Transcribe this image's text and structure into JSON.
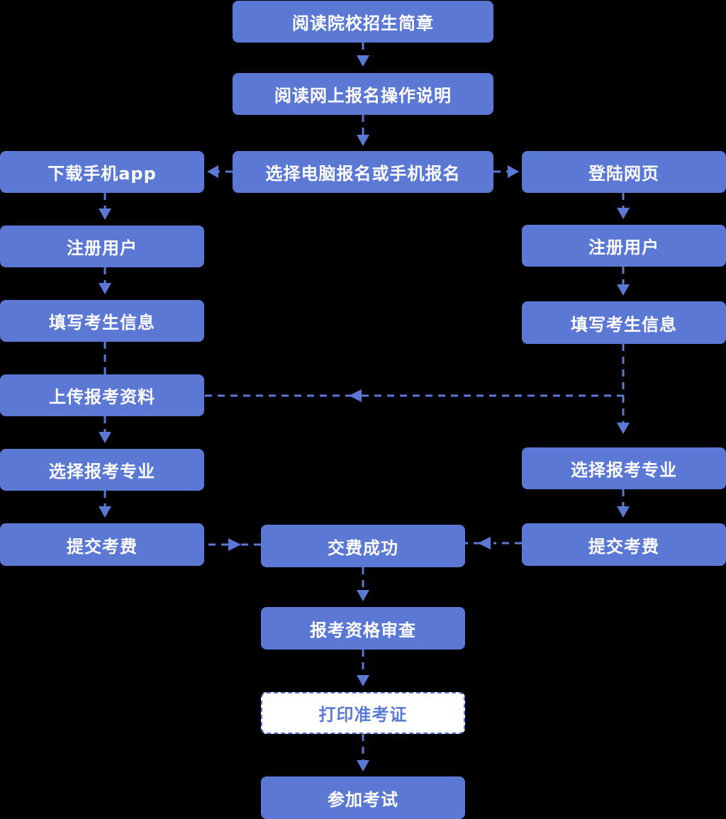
{
  "colors": {
    "background": "#000000",
    "node_fill": "#5b78d4",
    "node_text": "#ffffff",
    "connector": "#5b78d4",
    "highlight_fill": "#ffffff"
  },
  "center": {
    "read_brochure": "阅读院校招生简章",
    "read_instructions": "阅读网上报名操作说明",
    "choose_method": "选择电脑报名或手机报名",
    "payment_success": "交费成功",
    "qualification_review": "报考资格审查",
    "print_admission_ticket": "打印准考证",
    "take_exam": "参加考试"
  },
  "left": {
    "download_app": "下载手机app",
    "register": "注册用户",
    "fill_info": "填写考生信息",
    "upload_docs": "上传报考资料",
    "choose_major": "选择报考专业",
    "submit_fee": "提交考费"
  },
  "right": {
    "login_web": "登陆网页",
    "register": "注册用户",
    "fill_info": "填写考生信息",
    "choose_major": "选择报考专业",
    "submit_fee": "提交考费"
  }
}
